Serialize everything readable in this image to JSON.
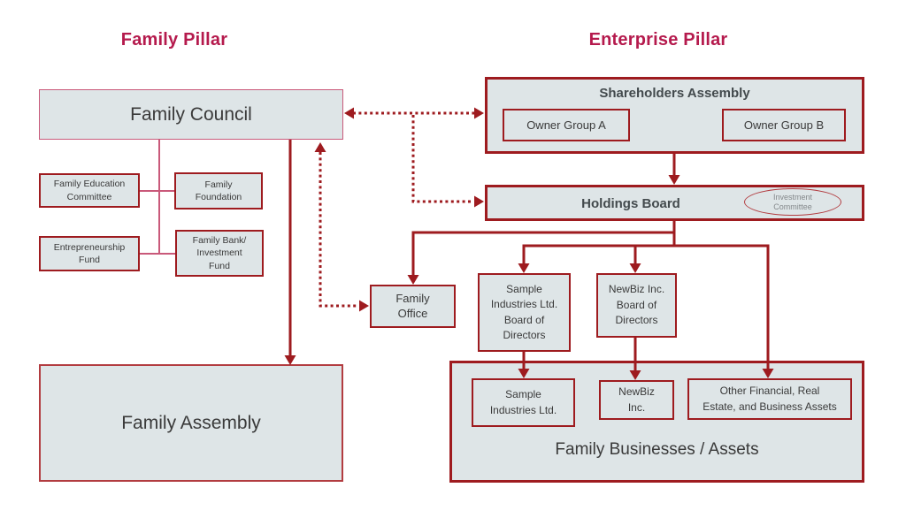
{
  "colors": {
    "accent": "#B51A4D",
    "dark_red": "#9E1B1F",
    "medium_red": "#B23C40",
    "pink": "#C9597A",
    "box_fill": "#DEE5E7",
    "text": "#3A3A3A",
    "muted_text": "#84888B",
    "background": "#FFFFFF"
  },
  "titles": {
    "family_pillar": "Family Pillar",
    "enterprise_pillar": "Enterprise Pillar"
  },
  "family_pillar": {
    "council": "Family Council",
    "education_committee": "Family Education\nCommittee",
    "foundation": "Family\nFoundation",
    "entrepreneurship_fund": "Entrepreneurship\nFund",
    "family_bank": "Family Bank/\nInvestment\nFund",
    "assembly": "Family Assembly",
    "office": "Family\nOffice"
  },
  "enterprise_pillar": {
    "shareholders_assembly": "Shareholders Assembly",
    "owner_group_a": "Owner Group A",
    "owner_group_b": "Owner Group B",
    "holdings_board": "Holdings Board",
    "investment_committee": "Investment\nCommittee",
    "sample_bod": "Sample\nIndustries Ltd.\nBoard of\nDirectors",
    "newbiz_bod": "NewBiz Inc.\nBoard of\nDirectors",
    "sample_industries": "Sample\nIndustries Ltd.",
    "newbiz_inc": "NewBiz\nInc.",
    "other_assets": "Other Financial, Real\nEstate, and Business Assets",
    "family_businesses": "Family Businesses / Assets"
  }
}
